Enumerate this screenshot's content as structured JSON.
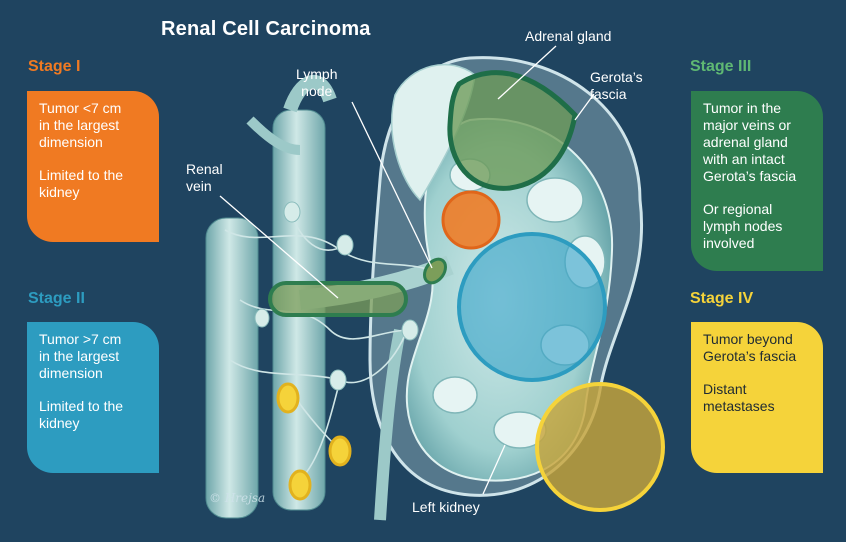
{
  "title": "Renal Cell Carcinoma",
  "stages": {
    "stage1": {
      "heading": "Stage I",
      "paragraphs": [
        "Tumor <7 cm\nin the largest\ndimension",
        "Limited to the\nkidney"
      ]
    },
    "stage2": {
      "heading": "Stage II",
      "paragraphs": [
        "Tumor >7 cm\nin the largest\ndimension",
        "Limited to the\nkidney"
      ]
    },
    "stage3": {
      "heading": "Stage III",
      "paragraphs": [
        "Tumor in the\nmajor veins or\nadrenal gland\nwith an intact\nGerota’s fascia",
        "Or regional\nlymph nodes\ninvolved"
      ]
    },
    "stage4": {
      "heading": "Stage IV",
      "paragraphs": [
        "Tumor beyond\nGerota’s fascia",
        "Distant\nmetastases"
      ]
    }
  },
  "labels": {
    "adrenal_gland": "Adrenal gland",
    "gerotas_fascia": "Gerota’s\nfascia",
    "lymph_node": "Lymph\nnode",
    "renal_vein": "Renal\nvein",
    "left_kidney": "Left kidney"
  },
  "signature": "© Hrejsa",
  "colors": {
    "background": "#1f4460",
    "stage1": "#f07a22",
    "stage2": "#2d9cc0",
    "stage3": "#2e7d4f",
    "stage3_heading": "#5fb873",
    "stage4": "#f5d33a",
    "tissue": "#8fc9cc"
  }
}
